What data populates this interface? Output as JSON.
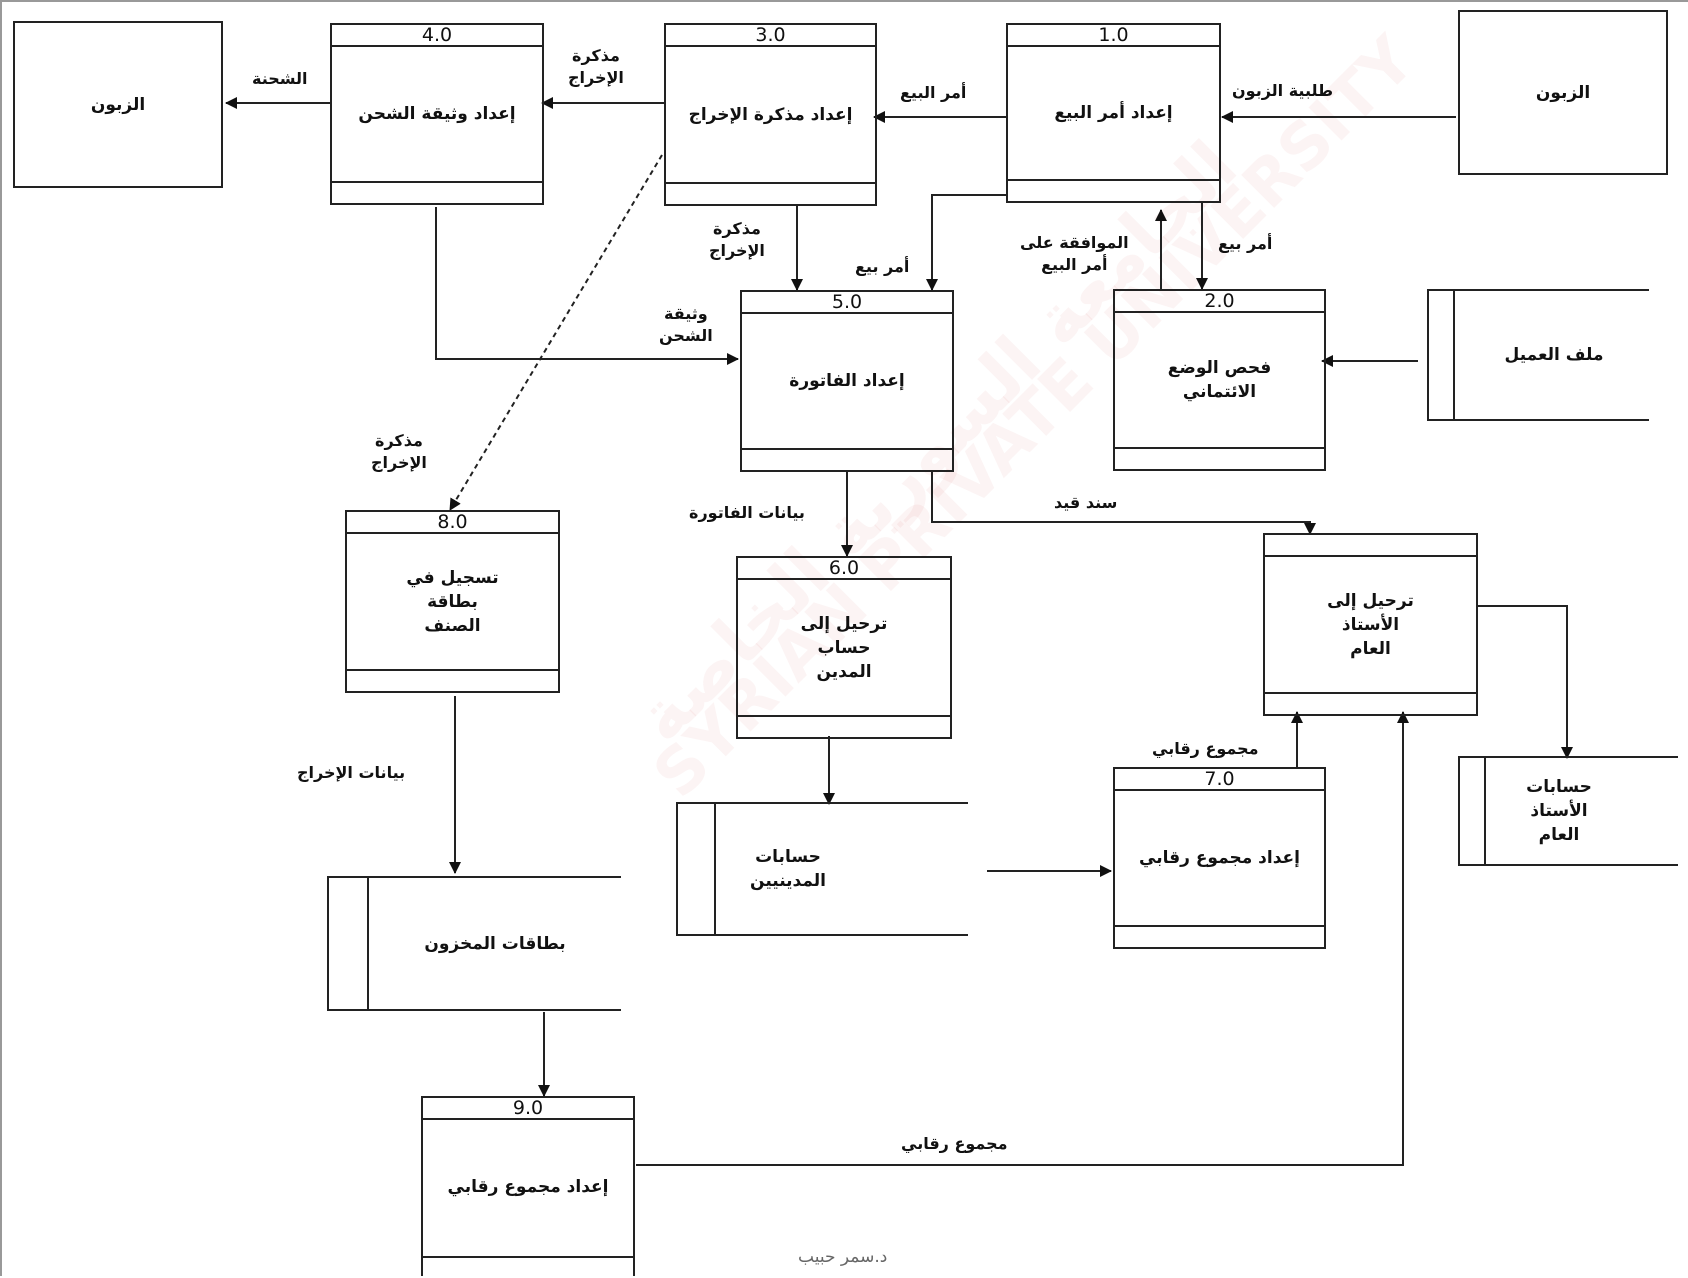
{
  "externals": {
    "customer_left": "الزبون",
    "customer_right": "الزبون"
  },
  "processes": {
    "p1": {
      "num": "1.0",
      "title": "إعداد أمر البيع"
    },
    "p2": {
      "num": "2.0",
      "title": "فحص الوضع\nالائتماني"
    },
    "p3": {
      "num": "3.0",
      "title": "إعداد مذكرة الإخراج"
    },
    "p4": {
      "num": "4.0",
      "title": "إعداد وثيقة الشحن"
    },
    "p5": {
      "num": "5.0",
      "title": "إعداد الفاتورة"
    },
    "p6": {
      "num": "6.0",
      "title": "ترحيل إلى\nحساب\nالمدين"
    },
    "p7": {
      "num": "7.0",
      "title": "إعداد مجموع رقابي"
    },
    "p8": {
      "num": "8.0",
      "title": "تسجيل في\nبطاقة\nالصنف"
    },
    "p9": {
      "num": "9.0",
      "title": "إعداد مجموع رقابي"
    },
    "p10": {
      "num": "",
      "title": "ترحيل إلى\nالأستاذ\nالعام"
    }
  },
  "stores": {
    "customer_file": "ملف العميل",
    "inventory_cards": "بطاقات المخزون",
    "debtor_accounts": "حسابات\nالمدينيين",
    "gl_accounts": "حسابات\nالأستاذ\nالعام"
  },
  "flows": {
    "customer_order": "طلبية الزبون",
    "sales_order_1": "أمر البيع",
    "release_note_1": "مذكرة\nالإخراج",
    "shipment": "الشحنة",
    "sales_order_down": "أمر بيع",
    "approval": "الموافقة على\nأمر البيع",
    "sales_order_5": "أمر بيع",
    "release_note_5": "مذكرة\nالإخراج",
    "ship_doc": "وثيقة\nالشحن",
    "release_note_8": "مذكرة\nالإخراج",
    "invoice_data": "بيانات الفاتورة",
    "journal_entry": "سند قيد",
    "release_data": "بيانات الإخراج",
    "control_total_7": "مجموع رقابي",
    "control_total_9": "مجموع رقابي"
  },
  "watermark": {
    "latin": "SYRIAN PRIVATE UNIVERSITY",
    "arabic": "الجامعة السورية الخاصة"
  },
  "author": "د.سمر حبيب"
}
